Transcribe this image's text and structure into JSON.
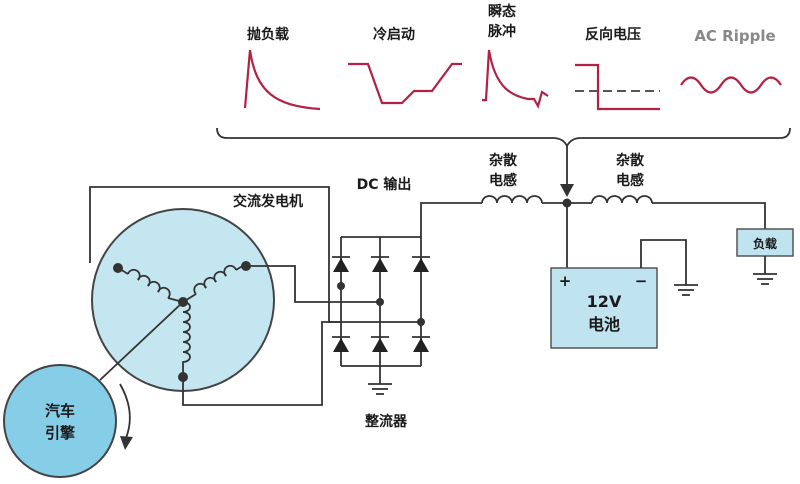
{
  "transients": {
    "load_dump": "抛负载",
    "cold_crank": "冷启动",
    "transient_pulse_line1": "瞬态",
    "transient_pulse_line2": "脉冲",
    "reverse_voltage": "反向电压",
    "ac_ripple": "AC Ripple"
  },
  "labels": {
    "alternator": "交流发电机",
    "dc_output": "DC 输出",
    "stray_inductance_line1": "杂散",
    "stray_inductance_line2": "电感",
    "rectifier": "整流器",
    "engine_line1": "汽车",
    "engine_line2": "引擎",
    "battery_voltage": "12V",
    "battery_name": "电池",
    "battery_plus": "+",
    "battery_minus": "−",
    "load": "负载"
  },
  "colors": {
    "waveform": "#b32245",
    "component_fill": "#bfe3ef",
    "alternator_fill": "#c4e6f1",
    "engine_fill": "#86cde8",
    "wire": "#333333"
  }
}
